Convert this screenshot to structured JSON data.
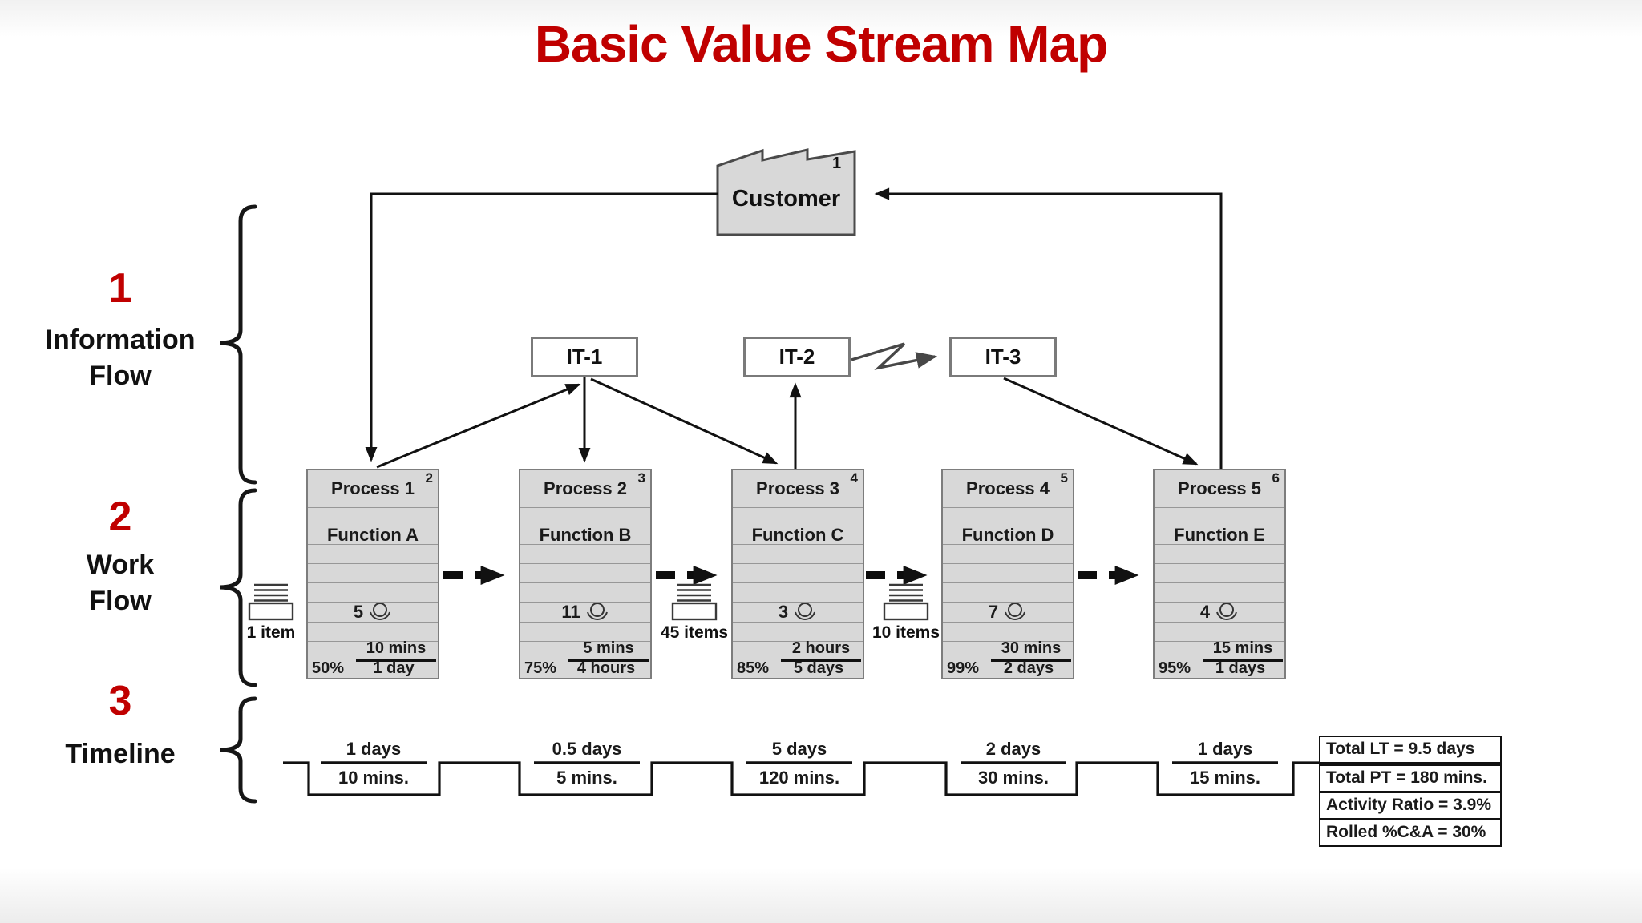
{
  "title": "Basic Value Stream Map",
  "colors": {
    "accent_red": "#c00000",
    "box_gray": "#d8d8d8",
    "line_black": "#1a1a1a"
  },
  "sections": [
    {
      "num": "1",
      "line1": "Information",
      "line2": "Flow"
    },
    {
      "num": "2",
      "line1": "Work",
      "line2": "Flow"
    },
    {
      "num": "3",
      "line1": "Timeline",
      "line2": ""
    }
  ],
  "customer": {
    "label": "Customer",
    "badge": "1"
  },
  "it_systems": [
    {
      "label": "IT-1"
    },
    {
      "label": "IT-2"
    },
    {
      "label": "IT-3"
    }
  ],
  "processes": [
    {
      "badge": "2",
      "name": "Process 1",
      "function": "Function A",
      "operators": "5",
      "process_time": "10 mins",
      "percent_ca": "50%",
      "lead_time": "1 day"
    },
    {
      "badge": "3",
      "name": "Process 2",
      "function": "Function B",
      "operators": "11",
      "process_time": "5 mins",
      "percent_ca": "75%",
      "lead_time": "4 hours"
    },
    {
      "badge": "4",
      "name": "Process 3",
      "function": "Function C",
      "operators": "3",
      "process_time": "2 hours",
      "percent_ca": "85%",
      "lead_time": "5 days"
    },
    {
      "badge": "5",
      "name": "Process 4",
      "function": "Function D",
      "operators": "7",
      "process_time": "30 mins",
      "percent_ca": "99%",
      "lead_time": "2 days"
    },
    {
      "badge": "6",
      "name": "Process 5",
      "function": "Function E",
      "operators": "4",
      "process_time": "15 mins",
      "percent_ca": "95%",
      "lead_time": "1 days"
    }
  ],
  "inventories": [
    {
      "label": "1 item"
    },
    {
      "label": "45 items"
    },
    {
      "label": "10 items"
    }
  ],
  "timeline": {
    "segments": [
      {
        "days": "1 days",
        "mins": "10 mins."
      },
      {
        "days": "0.5 days",
        "mins": "5 mins."
      },
      {
        "days": "5 days",
        "mins": "120 mins."
      },
      {
        "days": "2 days",
        "mins": "30 mins."
      },
      {
        "days": "1 days",
        "mins": "15 mins."
      }
    ]
  },
  "summary": {
    "rows": [
      "Total LT = 9.5 days",
      "Total PT = 180 mins.",
      "Activity Ratio = 3.9%",
      "Rolled %C&A = 30%"
    ]
  },
  "icons": {
    "customer_icon": "factory-icon",
    "operator_icon": "operator-icon",
    "inventory_icon": "inventory-stack-icon",
    "electronic_flow": "lightning-arrow-icon"
  }
}
